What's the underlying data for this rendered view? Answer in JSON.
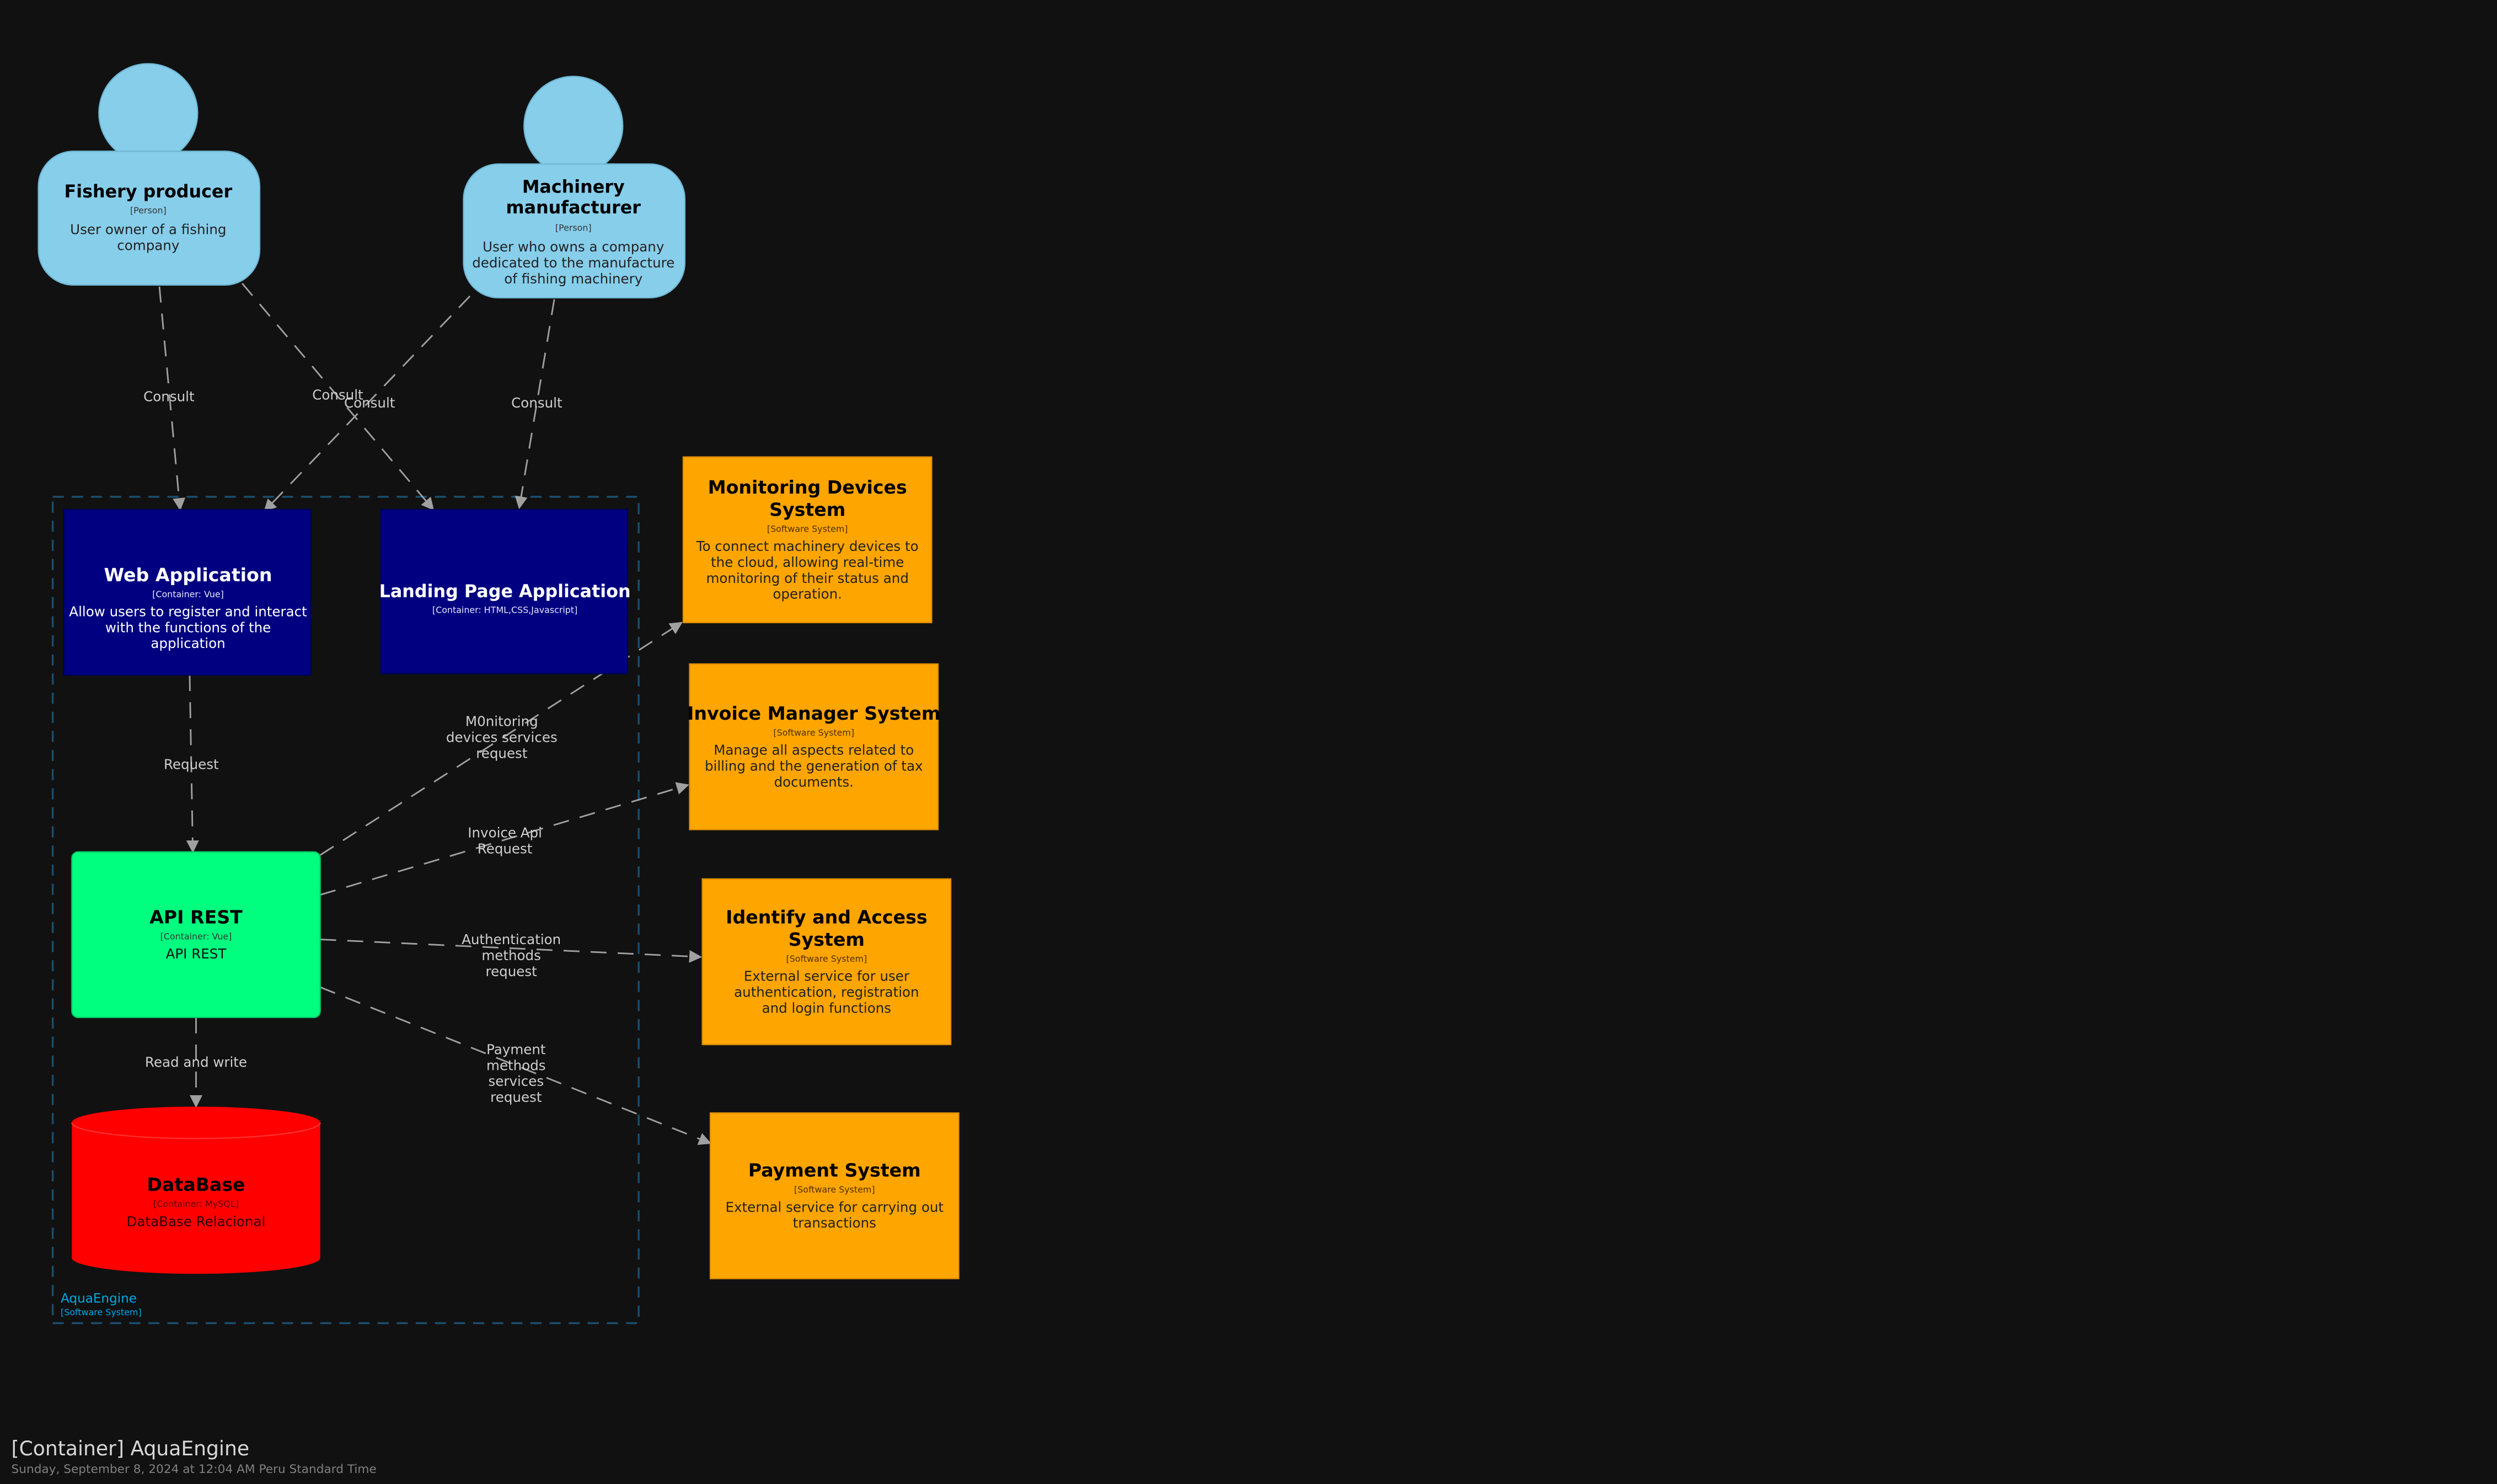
{
  "colors": {
    "background": "#111111",
    "person": "#87ceeb",
    "web_container": "#000080",
    "api": "#00ff7f",
    "database": "#ff0000",
    "external": "#ffa500",
    "boundary": "#1a4e6e",
    "boundary_label": "#00a8e8",
    "edge": "#a0a0a0"
  },
  "persons": [
    {
      "name": "Fishery producer",
      "type": "[Person]",
      "desc": "User owner of a fishing company",
      "icon": "person-icon"
    },
    {
      "name": "Machinery manufacturer",
      "type": "[Person]",
      "desc": "User who owns a company dedicated to the manufacture of fishing machinery",
      "icon": "person-icon"
    }
  ],
  "boundary": {
    "name": "AquaEngine",
    "type": "[Software System]"
  },
  "containers": [
    {
      "name": "Web Application",
      "type": "[Container: Vue]",
      "desc": "Allow users to register and interact with the functions of the application"
    },
    {
      "name": "Landing Page Application",
      "type": "[Container: HTML,CSS,Javascript]",
      "desc": ""
    },
    {
      "name": "API REST",
      "type": "[Container: Vue]",
      "desc": "API REST"
    },
    {
      "name": "DataBase",
      "type": "[Container: MySQL]",
      "desc": "DataBase Relacional"
    }
  ],
  "systems": [
    {
      "name": "Monitoring Devices System",
      "type": "[Software System]",
      "desc": "To connect machinery devices to the cloud, allowing real-time monitoring of their status and operation."
    },
    {
      "name": "Invoice Manager System",
      "type": "[Software System]",
      "desc": "Manage all aspects related to billing and the generation of tax documents."
    },
    {
      "name": "Identify and Access System",
      "type": "[Software System]",
      "desc": "External service for user authentication, registration and login functions"
    },
    {
      "name": "Payment System",
      "type": "[Software System]",
      "desc": "External service for carrying out transactions"
    }
  ],
  "relations": [
    {
      "from": "Fishery producer",
      "to": "Web Application",
      "label": "Consult"
    },
    {
      "from": "Fishery producer",
      "to": "Landing Page Application",
      "label": "Consult"
    },
    {
      "from": "Machinery manufacturer",
      "to": "Web Application",
      "label": "Consult"
    },
    {
      "from": "Machinery manufacturer",
      "to": "Landing Page Application",
      "label": "Consult"
    },
    {
      "from": "Web Application",
      "to": "API REST",
      "label": "Request"
    },
    {
      "from": "API REST",
      "to": "DataBase",
      "label": "Read and write"
    },
    {
      "from": "API REST",
      "to": "Monitoring Devices System",
      "label": "M0nitoring devices services request"
    },
    {
      "from": "API REST",
      "to": "Invoice Manager System",
      "label": "Invoice Api Request"
    },
    {
      "from": "API REST",
      "to": "Identify and Access System",
      "label": "Authentication methods request"
    },
    {
      "from": "API REST",
      "to": "Payment System",
      "label": "Payment methods services request"
    }
  ],
  "footer": {
    "title": "[Container] AquaEngine",
    "timestamp": "Sunday, September 8, 2024 at 12:04 AM Peru Standard Time"
  }
}
